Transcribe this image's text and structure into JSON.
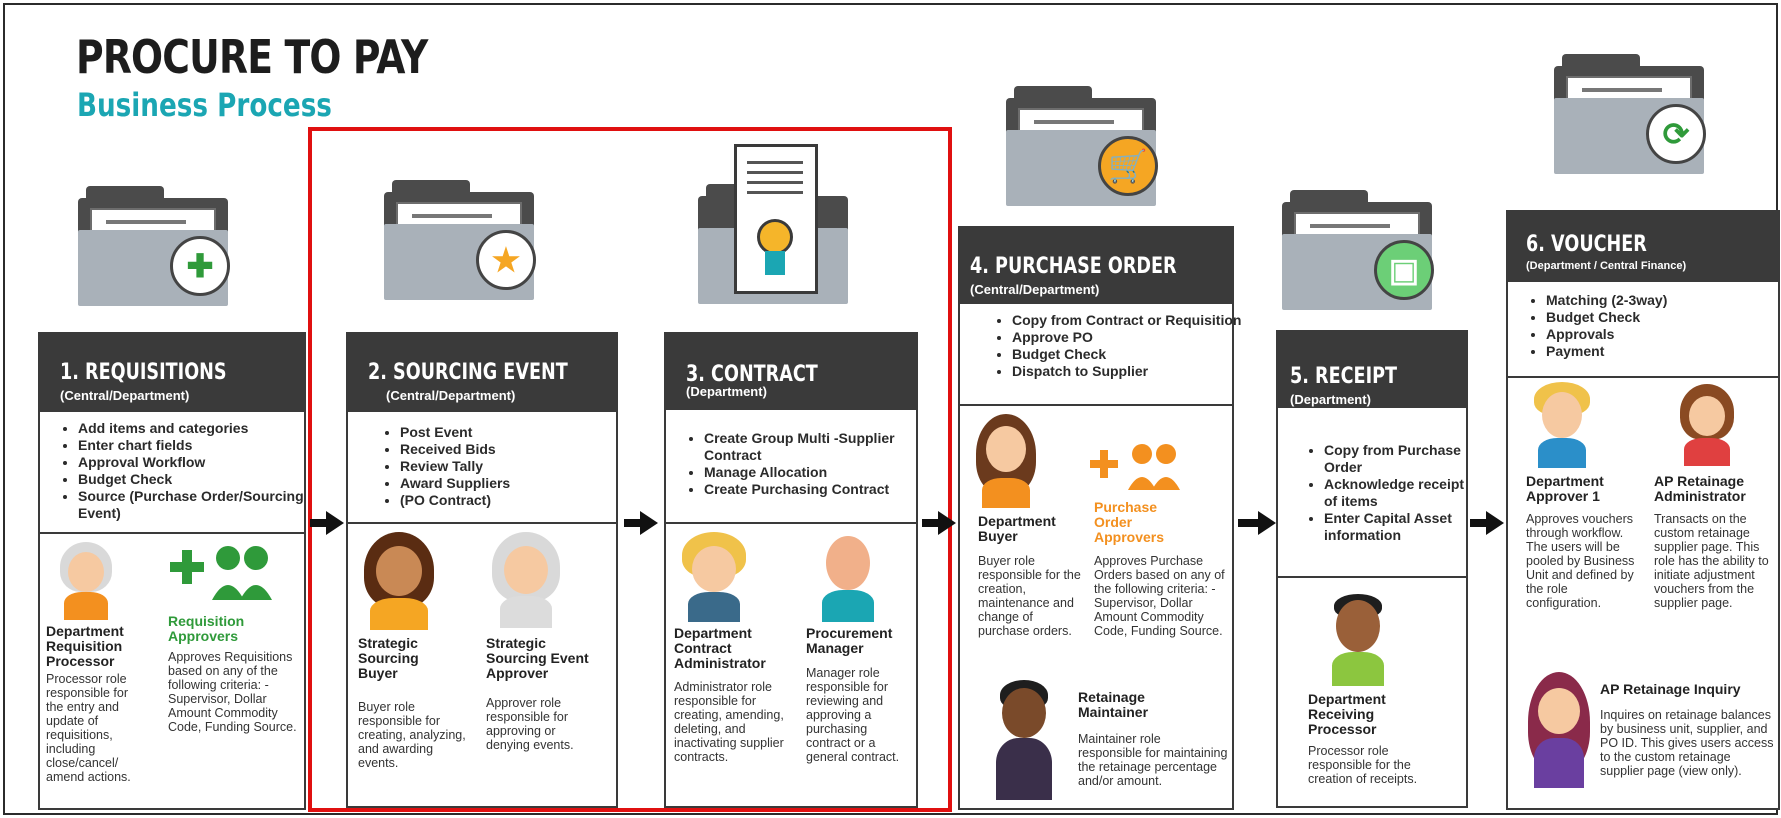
{
  "title": "PROCURE TO PAY",
  "subtitle": "Business Process",
  "colors": {
    "teal": "#1ba6b3",
    "highlight": "#e01010",
    "dark": "#3a3a3a",
    "green": "#2f9a3a",
    "orange": "#f3901f"
  },
  "steps": [
    {
      "title": "1. REQUISITIONS",
      "sub": "(Central/Department)",
      "icon": "plus-icon",
      "bullets": [
        "Add items and categories",
        "Enter chart fields",
        "Approval Workflow",
        "Budget Check",
        "Source (Purchase Order/Sourcing Event)"
      ],
      "roles": [
        {
          "name": "Department Requisition Processor",
          "desc": "Processor role responsible for the entry and update of requisitions, including close/cancel/ amend actions."
        },
        {
          "name": "Requisition Approvers",
          "desc": "Approves Requisitions based on any of the following criteria: - Supervisor, Dollar Amount Commodity Code, Funding Source."
        }
      ]
    },
    {
      "title": "2. SOURCING EVENT",
      "sub": "(Central/Department)",
      "icon": "star-icon",
      "bullets": [
        "Post Event",
        "Received Bids",
        "Review Tally",
        "Award Suppliers",
        "(PO Contract)"
      ],
      "roles": [
        {
          "name": "Strategic Sourcing Buyer",
          "desc": "Buyer role responsible for creating, analyzing, and awarding events."
        },
        {
          "name": "Strategic Sourcing Event Approver",
          "desc": "Approver role responsible for approving or denying events."
        }
      ]
    },
    {
      "title": "3. CONTRACT",
      "sub": "(Department)",
      "icon": "contract-certificate-icon",
      "bullets": [
        "Create Group Multi -Supplier Contract",
        "Manage Allocation",
        "Create Purchasing Contract"
      ],
      "roles": [
        {
          "name": "Department Contract Administrator",
          "desc": "Administrator role responsible for creating, amending, deleting, and inactivating supplier contracts."
        },
        {
          "name": "Procurement Manager",
          "desc": "Manager role responsible for reviewing and approving a purchasing contract or a general contract."
        }
      ]
    },
    {
      "title": "4. PURCHASE ORDER",
      "sub": "(Central/Department)",
      "icon": "shopping-cart-icon",
      "bullets": [
        "Copy from Contract or Requisition",
        "Approve PO",
        "Budget Check",
        "Dispatch to Supplier"
      ],
      "roles": [
        {
          "name": "Department Buyer",
          "desc": "Buyer role responsible for the creation, maintenance and change of purchase orders."
        },
        {
          "name": "Purchase Order Approvers",
          "desc": "Approves Purchase Orders based on any of the following criteria: - Supervisor, Dollar Amount Commodity Code, Funding Source."
        },
        {
          "name": "Retainage Maintainer",
          "desc": "Maintainer role responsible for maintaining the retainage percentage and/or amount."
        }
      ]
    },
    {
      "title": "5. RECEIPT",
      "sub": "(Department)",
      "icon": "box-icon",
      "bullets": [
        "Copy from Purchase Order",
        "Acknowledge receipt of items",
        "Enter Capital Asset information"
      ],
      "roles": [
        {
          "name": "Department Receiving Processor",
          "desc": "Processor role responsible for the creation of receipts."
        }
      ]
    },
    {
      "title": "6. VOUCHER",
      "sub": "(Department / Central Finance)",
      "icon": "refresh-icon",
      "bullets": [
        "Matching (2-3way)",
        "Budget Check",
        "Approvals",
        "Payment"
      ],
      "roles": [
        {
          "name": "Department Approver 1",
          "desc": "Approves vouchers through workflow. The users will be pooled by Business Unit and defined by the role configuration."
        },
        {
          "name": "AP Retainage Administrator",
          "desc": "Transacts on the custom retainage supplier page. This role has the ability to initiate adjustment vouchers from the supplier page."
        },
        {
          "name": "AP Retainage Inquiry",
          "desc": "Inquires on retainage balances by business unit, supplier, and PO ID. This gives users access to the custom retainage supplier page (view only)."
        }
      ]
    }
  ]
}
